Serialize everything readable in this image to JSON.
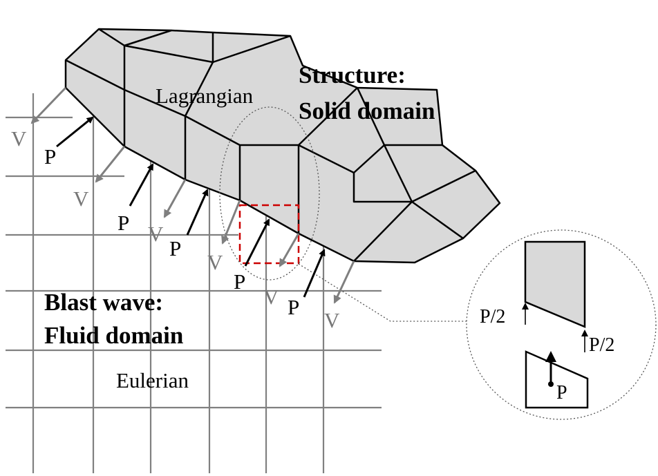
{
  "labels": {
    "lagrangian": "Lagrangian",
    "structure_line1": "Structure:",
    "structure_line2": "Solid domain",
    "blast_line1": "Blast wave:",
    "blast_line2": "Fluid domain",
    "eulerian": "Eulerian",
    "pressure": "P",
    "velocity": "V",
    "half_pressure": "P/2"
  },
  "colors": {
    "solid_fill": "#d9d9d9",
    "grid": "#808080",
    "velocity_arrow": "#7f7f7f",
    "pressure_arrow": "#000000",
    "highlight_cell": "#cc0000"
  }
}
